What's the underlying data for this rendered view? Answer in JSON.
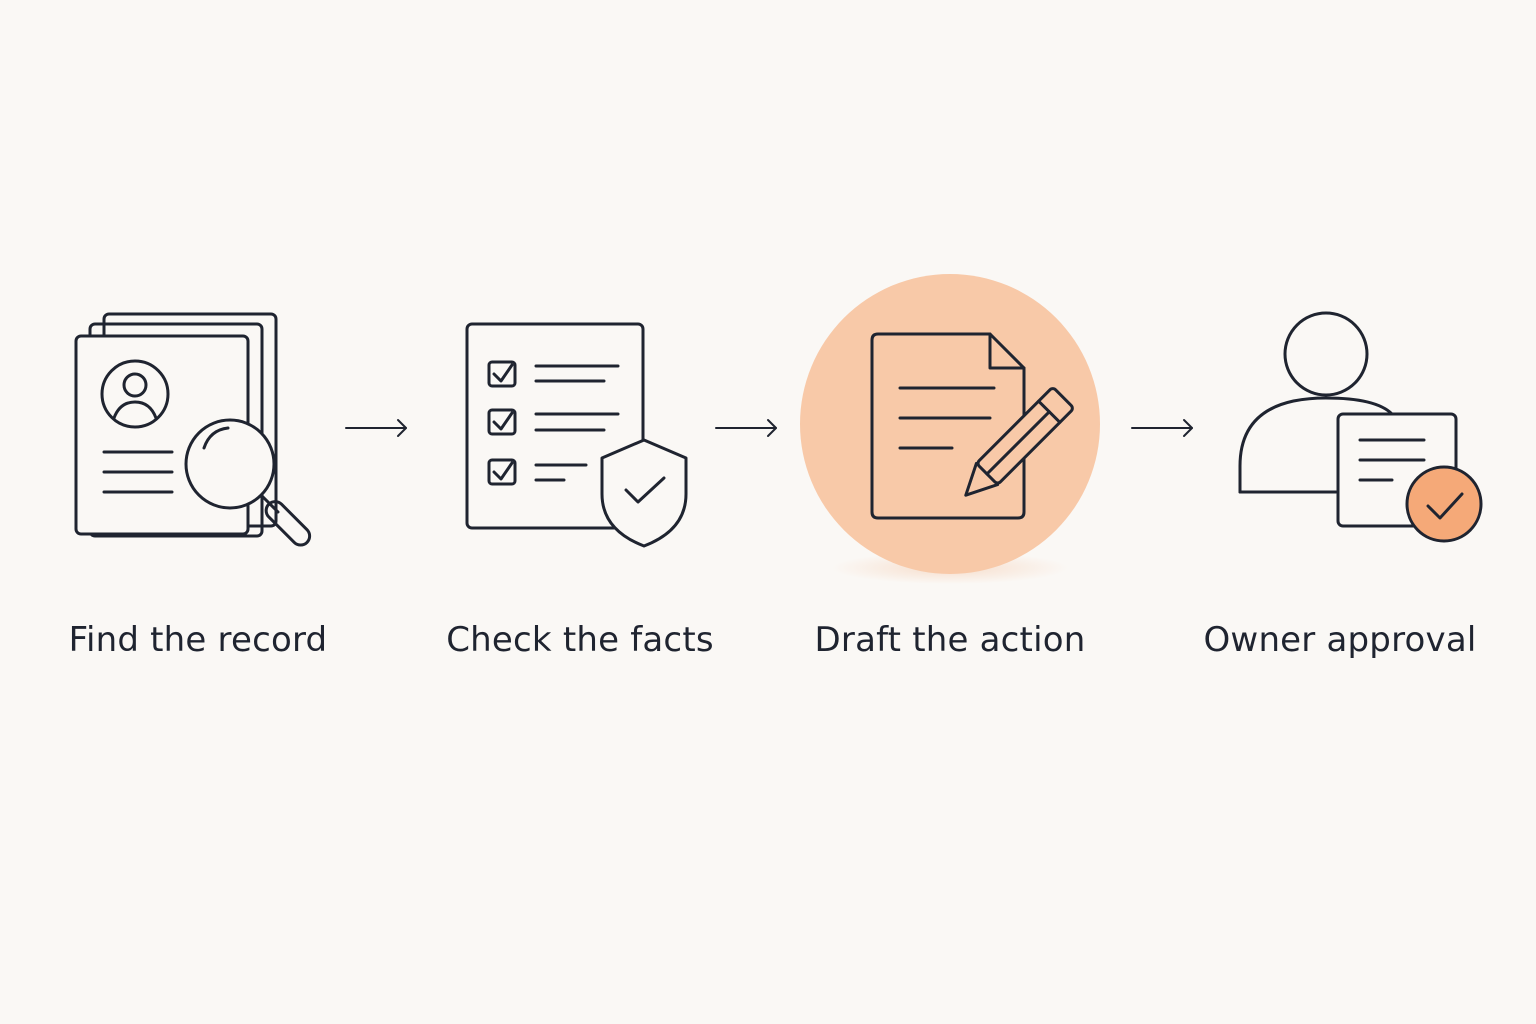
{
  "steps": [
    {
      "label": "Find the record",
      "icon": "record-search-icon",
      "highlighted": false
    },
    {
      "label": "Check the facts",
      "icon": "checklist-shield-icon",
      "highlighted": false
    },
    {
      "label": "Draft the action",
      "icon": "document-pencil-icon",
      "highlighted": true
    },
    {
      "label": "Owner approval",
      "icon": "person-approval-icon",
      "highlighted": false
    }
  ],
  "arrows": [
    "arrow-right-icon",
    "arrow-right-icon",
    "arrow-right-icon"
  ],
  "colors": {
    "background": "#faf8f5",
    "stroke": "#1f2430",
    "accent": "#f8c9a8",
    "accent_badge": "#f5a978"
  }
}
